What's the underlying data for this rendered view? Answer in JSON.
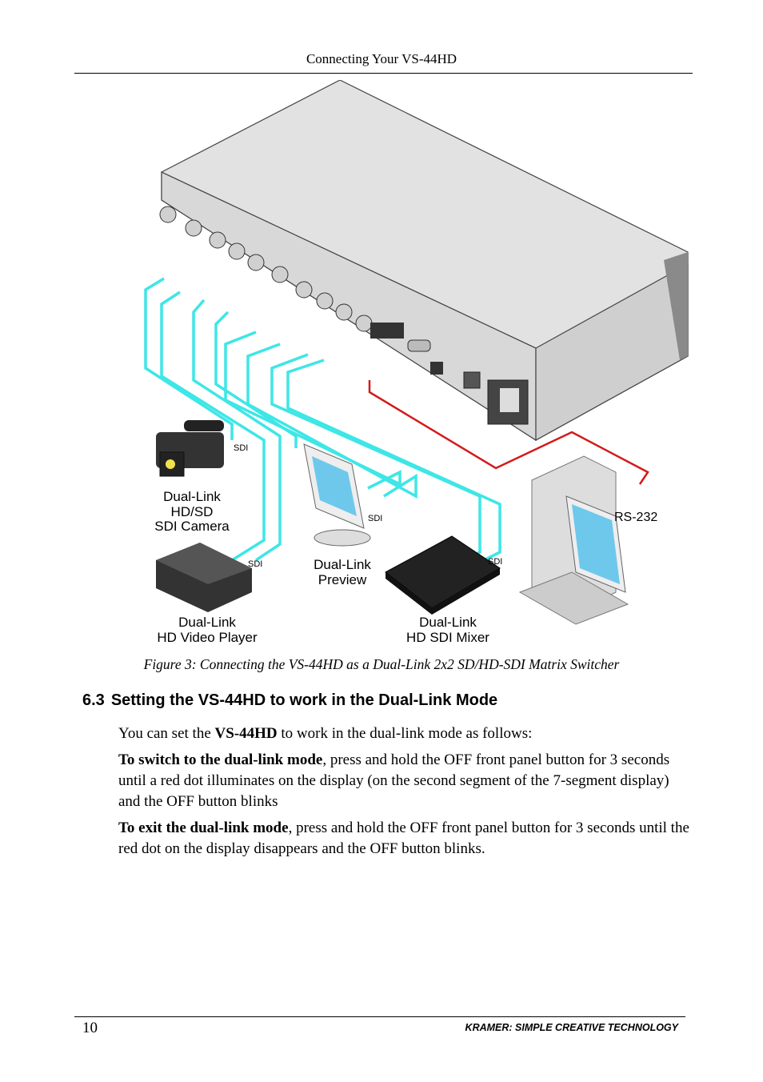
{
  "header": {
    "title": "Connecting Your VS-44HD"
  },
  "figure": {
    "device_labels": {
      "camera": [
        "Dual-Link",
        "HD/SD",
        "SDI Camera"
      ],
      "player": [
        "Dual-Link",
        "HD Video Player"
      ],
      "preview": [
        "Dual-Link",
        "Preview"
      ],
      "mixer": [
        "Dual-Link",
        "HD SDI Mixer"
      ],
      "pc_port": "RS-232"
    },
    "sdi_tag": "SDI",
    "colors": {
      "sdi_cable": "#3ee6e6",
      "rs232_cable": "#d41a1a",
      "chassis": "#e2e2e2"
    },
    "caption": "Figure 3: Connecting the VS-44HD as a Dual-Link 2x2 SD/HD-SDI Matrix Switcher"
  },
  "section": {
    "number": "6.3",
    "title": "Setting the VS-44HD to work in the Dual-Link Mode"
  },
  "body": {
    "intro_pre": "You can set the ",
    "intro_bold": "VS-44HD",
    "intro_post": " to work in the dual-link mode as follows:",
    "switch_bold": "To switch to the dual-link mode",
    "switch_text": ", press and hold the OFF front panel button for 3 seconds until a red dot illuminates on the display (on the second segment of the 7-segment display) and the OFF button blinks",
    "exit_bold": "To exit the dual-link mode",
    "exit_text": ", press and hold the OFF front panel button for 3 seconds until the red dot on the display disappears and the OFF button blinks."
  },
  "footer": {
    "page_number": "10",
    "brand": "KRAMER:  SIMPLE CREATIVE TECHNOLOGY"
  }
}
